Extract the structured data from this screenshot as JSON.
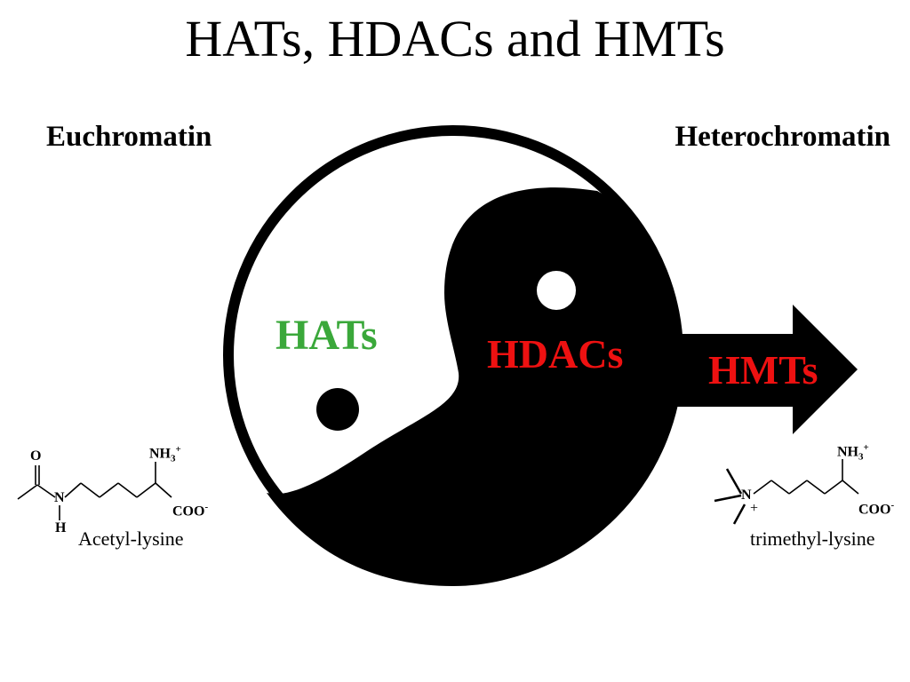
{
  "title": "HATs, HDACs and HMTs",
  "left_state": "Euchromatin",
  "right_state": "Heterochromatin",
  "regions": {
    "white_half": "HATs",
    "black_half": "HDACs",
    "arrow": "HMTs"
  },
  "colors": {
    "hats": "#3aa83a",
    "hdacs": "#ee1111",
    "hmts": "#ee1111",
    "ink": "#000000"
  },
  "molecules": {
    "left": {
      "caption": "Acetyl-lysine",
      "atoms": {
        "oxygen": "O",
        "nitrogen": "N",
        "hydrogen": "H",
        "amine": "NH",
        "amine_sub": "3",
        "amine_charge": "+",
        "carboxylate": "COO",
        "carboxylate_charge": "-"
      }
    },
    "right": {
      "caption": "trimethyl-lysine",
      "atoms": {
        "nitrogen": "N",
        "nitrogen_charge": "+",
        "amine": "NH",
        "amine_sub": "3",
        "amine_charge": "+",
        "carboxylate": "COO",
        "carboxylate_charge": "-"
      }
    }
  }
}
